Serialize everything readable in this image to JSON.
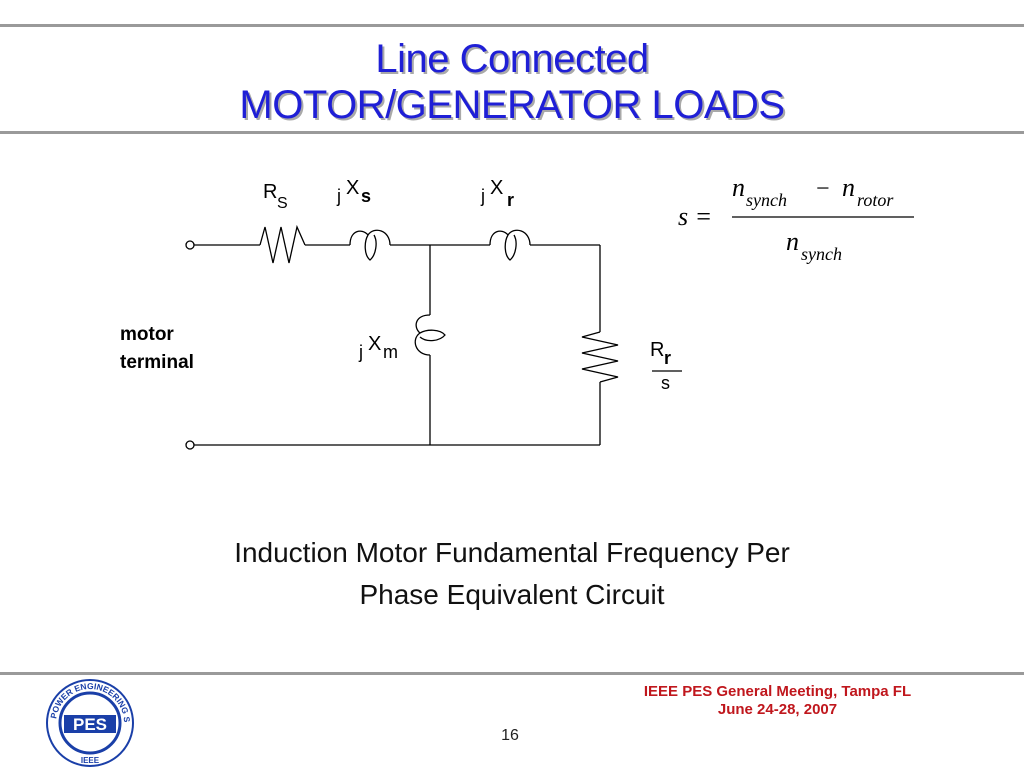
{
  "slide": {
    "title_line1": "Line Connected",
    "title_line2": "MOTOR/GENERATOR LOADS",
    "caption_line1": "Induction Motor Fundamental Frequency Per",
    "caption_line2": "Phase Equivalent Circuit",
    "footer_line1": "IEEE PES General Meeting, Tampa FL",
    "footer_line2": "June 24-28, 2007",
    "page_number": "16"
  },
  "circuit": {
    "rs_main": "R",
    "rs_sub": "S",
    "jxs_j": "j",
    "jxs_x": "X",
    "jxs_sub": "s",
    "jxr_j": "j",
    "jxr_x": "X",
    "jxr_sub": "r",
    "jxm_j": "j",
    "jxm_x": "X",
    "jxm_sub": "m",
    "rr_main": "R",
    "rr_sub": "r",
    "rr_den": "s",
    "terminal_line1": "motor",
    "terminal_line2": "terminal"
  },
  "formula": {
    "lhs": "s =",
    "n1": "n",
    "n1_sub": "synch",
    "minus": "−",
    "n2": "n",
    "n2_sub": "rotor",
    "n3": "n",
    "n3_sub": "synch"
  },
  "logo": {
    "center_text": "PES",
    "ring_text": "POWER ENGINEERING SOCIETY",
    "bottom_text": "IEEE"
  },
  "colors": {
    "title": "#1f1fd6",
    "footer": "#c0171d",
    "logo_blue": "#1a3fa8"
  }
}
